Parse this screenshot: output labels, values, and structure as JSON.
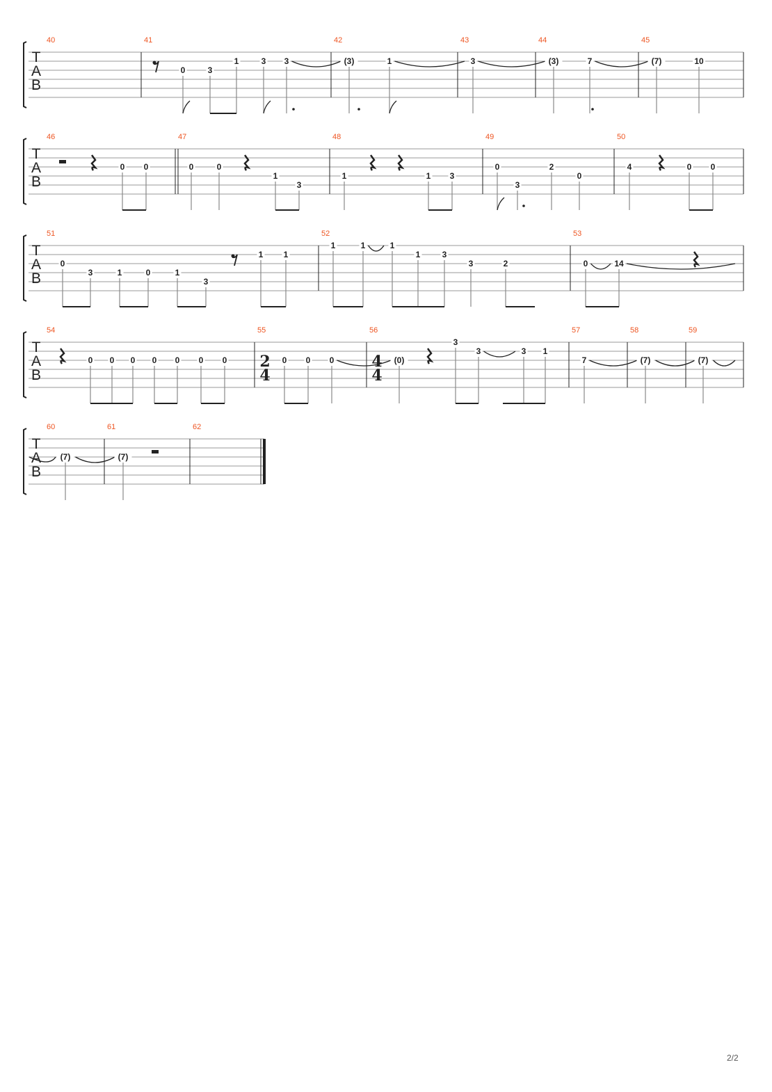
{
  "page": {
    "number_label": "2/2"
  },
  "clef": [
    "T",
    "A",
    "B"
  ],
  "colors": {
    "measure_number": "#ee5522",
    "ink": "#222222",
    "staff_line": "#999999",
    "stem": "#888888"
  },
  "systems": [
    {
      "measures": [
        {
          "number": "40",
          "notes": []
        },
        {
          "number": "41",
          "rest": "eighth-rest",
          "notes": [
            {
              "fret": "0",
              "string": 2
            },
            {
              "fret": "3",
              "string": 2
            },
            {
              "fret": "1",
              "string": 1
            },
            {
              "fret": "3",
              "string": 1
            },
            {
              "fret": "3",
              "string": 1,
              "tie_to_next": true
            }
          ]
        },
        {
          "number": "42",
          "notes": [
            {
              "fret": "(3)",
              "string": 1
            },
            {
              "fret": "1",
              "string": 1,
              "tie_to_next": true
            }
          ]
        },
        {
          "number": "43",
          "notes": [
            {
              "fret": "3",
              "string": 1,
              "tie_to_next": true
            }
          ]
        },
        {
          "number": "44",
          "notes": [
            {
              "fret": "(3)",
              "string": 1
            },
            {
              "fret": "7",
              "string": 1,
              "tie_to_next": true
            }
          ]
        },
        {
          "number": "45",
          "notes": [
            {
              "fret": "(7)",
              "string": 1
            },
            {
              "fret": "10",
              "string": 1
            }
          ]
        }
      ]
    },
    {
      "measures": [
        {
          "number": "46",
          "rests": [
            "half-rest",
            "quarter-rest"
          ],
          "notes": [
            {
              "fret": "0",
              "string": 2
            },
            {
              "fret": "0",
              "string": 2
            }
          ]
        },
        {
          "number": "47",
          "repeat_start": true,
          "rests": [
            "quarter-rest"
          ],
          "notes": [
            {
              "fret": "0",
              "string": 2
            },
            {
              "fret": "0",
              "string": 2
            },
            {
              "fret": "1",
              "string": 3
            },
            {
              "fret": "3",
              "string": 4
            }
          ]
        },
        {
          "number": "48",
          "rests": [
            "quarter-rest",
            "quarter-rest"
          ],
          "notes": [
            {
              "fret": "1",
              "string": 3
            },
            {
              "fret": "1",
              "string": 3
            },
            {
              "fret": "3",
              "string": 3
            }
          ]
        },
        {
          "number": "49",
          "notes": [
            {
              "fret": "0",
              "string": 2
            },
            {
              "fret": "3",
              "string": 4
            },
            {
              "fret": "2",
              "string": 2
            },
            {
              "fret": "0",
              "string": 3
            }
          ]
        },
        {
          "number": "50",
          "rests": [
            "quarter-rest"
          ],
          "notes": [
            {
              "fret": "4",
              "string": 2
            },
            {
              "fret": "0",
              "string": 2
            },
            {
              "fret": "0",
              "string": 2
            }
          ]
        }
      ]
    },
    {
      "measures": [
        {
          "number": "51",
          "rests": [
            "eighth-rest"
          ],
          "notes": [
            {
              "fret": "0",
              "string": 2
            },
            {
              "fret": "3",
              "string": 3
            },
            {
              "fret": "1",
              "string": 3
            },
            {
              "fret": "0",
              "string": 3
            },
            {
              "fret": "1",
              "string": 3
            },
            {
              "fret": "3",
              "string": 4
            },
            {
              "fret": "1",
              "string": 1
            },
            {
              "fret": "1",
              "string": 1
            }
          ]
        },
        {
          "number": "52",
          "notes": [
            {
              "fret": "1",
              "string": 0
            },
            {
              "fret": "1",
              "string": 0,
              "tie_to_next": true
            },
            {
              "fret": "1",
              "string": 0
            },
            {
              "fret": "1",
              "string": 1
            },
            {
              "fret": "3",
              "string": 1
            },
            {
              "fret": "3",
              "string": 2
            },
            {
              "fret": "2",
              "string": 2
            }
          ]
        },
        {
          "number": "53",
          "rests": [
            "quarter-rest"
          ],
          "notes": [
            {
              "fret": "0",
              "string": 2,
              "tie_to_next": true
            },
            {
              "fret": "14",
              "string": 2,
              "tie_to_next": true
            }
          ]
        }
      ]
    },
    {
      "measures": [
        {
          "number": "54",
          "rests": [
            "quarter-rest"
          ],
          "notes": [
            {
              "fret": "0",
              "string": 2
            },
            {
              "fret": "0",
              "string": 2
            },
            {
              "fret": "0",
              "string": 2
            },
            {
              "fret": "0",
              "string": 2
            },
            {
              "fret": "0",
              "string": 2
            },
            {
              "fret": "0",
              "string": 2
            },
            {
              "fret": "0",
              "string": 2
            }
          ]
        },
        {
          "number": "55",
          "time_signature": {
            "top": "2",
            "bottom": "4"
          },
          "notes": [
            {
              "fret": "0",
              "string": 2
            },
            {
              "fret": "0",
              "string": 2
            },
            {
              "fret": "0",
              "string": 2,
              "tie_to_next": true
            }
          ]
        },
        {
          "number": "56",
          "time_signature": {
            "top": "4",
            "bottom": "4"
          },
          "rests": [
            "quarter-rest"
          ],
          "notes": [
            {
              "fret": "(0)",
              "string": 2
            },
            {
              "fret": "3",
              "string": 0
            },
            {
              "fret": "3",
              "string": 1,
              "tie_to_next": true
            },
            {
              "fret": "3",
              "string": 1
            },
            {
              "fret": "1",
              "string": 1
            }
          ]
        },
        {
          "number": "57",
          "notes": [
            {
              "fret": "7",
              "string": 2,
              "tie_to_next": true
            }
          ]
        },
        {
          "number": "58",
          "notes": [
            {
              "fret": "(7)",
              "string": 2,
              "tie_to_next": true
            }
          ]
        },
        {
          "number": "59",
          "notes": [
            {
              "fret": "(7)",
              "string": 2,
              "tie_to_next": true
            }
          ]
        }
      ]
    },
    {
      "measures": [
        {
          "number": "60",
          "notes": [
            {
              "fret": "(7)",
              "string": 2,
              "tie_to_next": true
            }
          ]
        },
        {
          "number": "61",
          "rests": [
            "half-rest"
          ],
          "notes": [
            {
              "fret": "(7)",
              "string": 2
            }
          ]
        },
        {
          "number": "62",
          "final_barline": true,
          "notes": []
        }
      ]
    }
  ]
}
